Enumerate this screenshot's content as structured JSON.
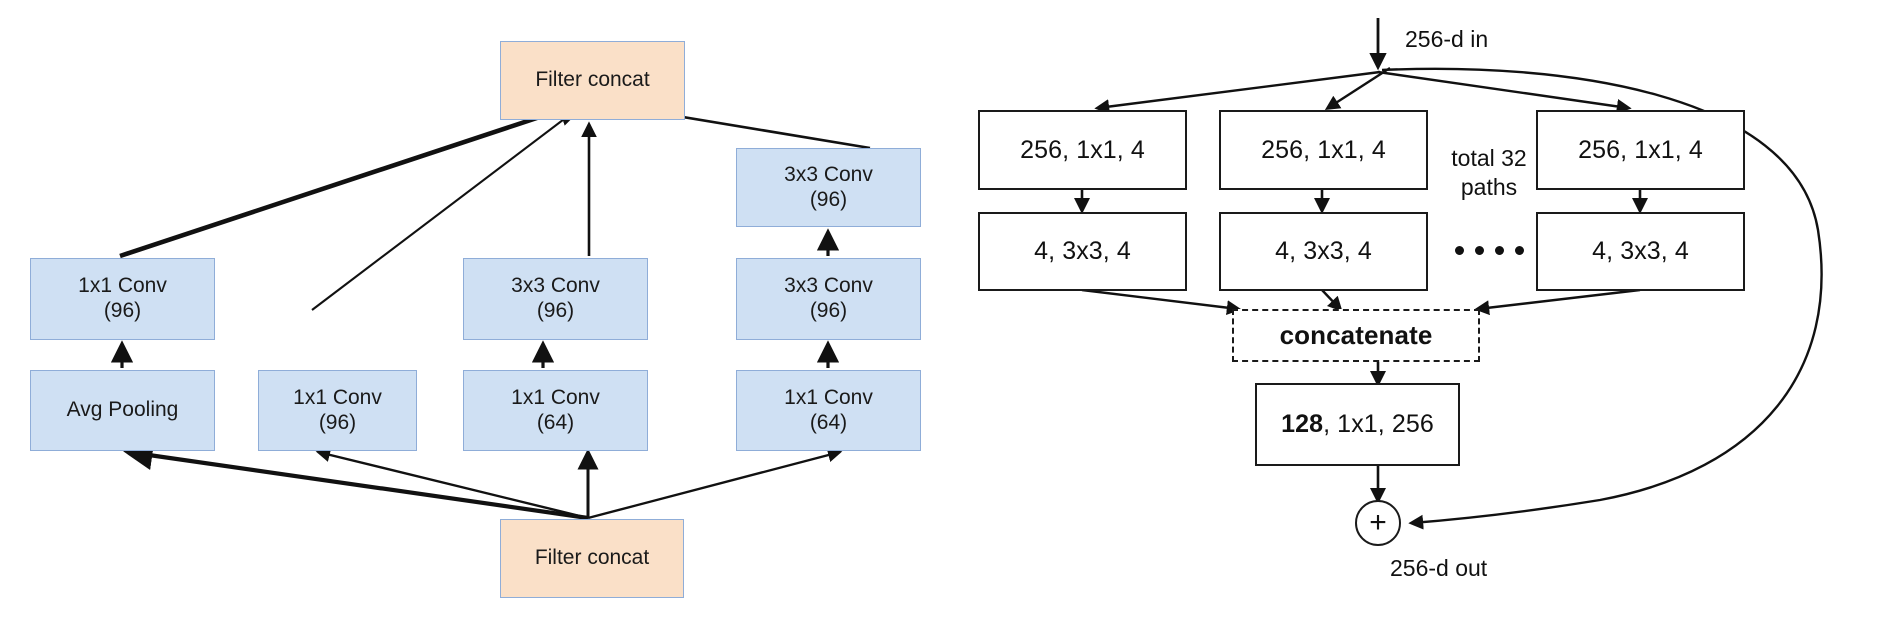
{
  "figure": {
    "title": "",
    "colors": {
      "blue_fill": "#cfe0f3",
      "blue_stroke": "#8fadd8",
      "peach_fill": "#fae0c8",
      "line": "#111111"
    }
  },
  "left_diagram": {
    "name": "inception-module",
    "nodes": {
      "top_concat": {
        "label": "Filter concat"
      },
      "bottom_concat": {
        "label": "Filter concat"
      },
      "branch1_pool": {
        "label": "Avg Pooling"
      },
      "branch1_conv": {
        "line1": "1x1 Conv",
        "line2": "(96)"
      },
      "branch2_conv": {
        "line1": "1x1 Conv",
        "line2": "(96)"
      },
      "branch3_conv1": {
        "line1": "1x1 Conv",
        "line2": "(64)"
      },
      "branch3_conv2": {
        "line1": "3x3 Conv",
        "line2": "(96)"
      },
      "branch4_conv1": {
        "line1": "1x1 Conv",
        "line2": "(64)"
      },
      "branch4_conv2": {
        "line1": "3x3 Conv",
        "line2": "(96)"
      },
      "branch4_conv3": {
        "line1": "3x3 Conv",
        "line2": "(96)"
      }
    }
  },
  "right_diagram": {
    "name": "resnext-aggregated-block",
    "labels": {
      "input": "256-d in",
      "output": "256-d out",
      "paths_line1": "total 32",
      "paths_line2": "paths",
      "concatenate": "concatenate"
    },
    "path_boxes": {
      "reduce": "256, 1x1, 4",
      "conv": "4, 3x3, 4"
    },
    "paths": [
      {
        "reduce": "256, 1x1, 4",
        "conv": "4, 3x3, 4"
      },
      {
        "reduce": "256, 1x1, 4",
        "conv": "4, 3x3, 4"
      },
      {
        "reduce": "256, 1x1, 4",
        "conv": "4, 3x3, 4"
      }
    ],
    "final_box": {
      "bold": "128",
      "rest": ", 1x1, 256"
    },
    "merge_symbol": "+",
    "ellipsis_dot_count": 4
  }
}
